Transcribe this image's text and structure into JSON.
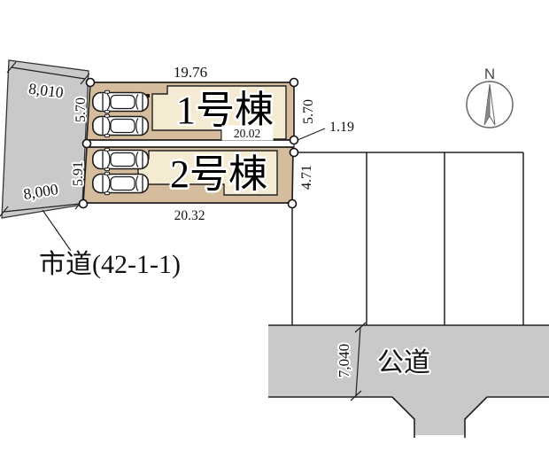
{
  "plan": {
    "compass": {
      "north_label": "N"
    },
    "buildings": [
      {
        "name": "1号棟",
        "footprint_width_label": "20.02"
      },
      {
        "name": "2号棟",
        "lot_width_label": "20.32"
      }
    ],
    "dimensions": {
      "lot_top_width": "19.76",
      "b1_west_depth": "5.70",
      "b1_east_depth": "5.70",
      "b2_west_depth": "5.91",
      "b2_east_depth": "4.71",
      "east_jog": "1.19",
      "west_road_north": "8,010",
      "west_road_south": "8,000",
      "south_road_width": "7,040"
    },
    "labels": {
      "west_road": "市道(42-1-1)",
      "south_road": "公道"
    },
    "colors": {
      "road": "#c9c9c9",
      "plot": "#d4bc9c",
      "building": "#f5ebd3",
      "line": "#222222"
    }
  }
}
